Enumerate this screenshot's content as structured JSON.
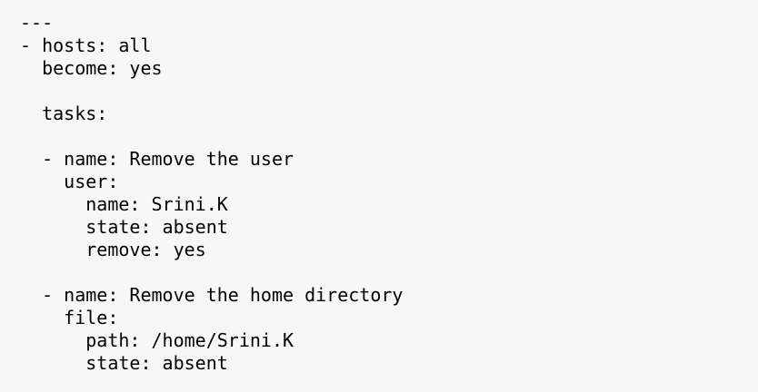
{
  "document": {
    "kind": "yaml-playbook-snippet",
    "background_color": "#f7f7f7",
    "text_color": "#000000",
    "lines": [
      {
        "id": "line-1",
        "text": "---"
      },
      {
        "id": "line-2",
        "text": "- hosts: all"
      },
      {
        "id": "line-3",
        "text": "  become: yes"
      },
      {
        "id": "line-4",
        "text": ""
      },
      {
        "id": "line-5",
        "text": "  tasks:"
      },
      {
        "id": "line-6",
        "text": ""
      },
      {
        "id": "line-7",
        "text": "  - name: Remove the user"
      },
      {
        "id": "line-8",
        "text": "    user:"
      },
      {
        "id": "line-9",
        "text": "      name: Srini.K"
      },
      {
        "id": "line-10",
        "text": "      state: absent"
      },
      {
        "id": "line-11",
        "text": "      remove: yes"
      },
      {
        "id": "line-12",
        "text": ""
      },
      {
        "id": "line-13",
        "text": "  - name: Remove the home directory"
      },
      {
        "id": "line-14",
        "text": "    file:"
      },
      {
        "id": "line-15",
        "text": "      path: /home/Srini.K"
      },
      {
        "id": "line-16",
        "text": "      state: absent"
      }
    ]
  }
}
